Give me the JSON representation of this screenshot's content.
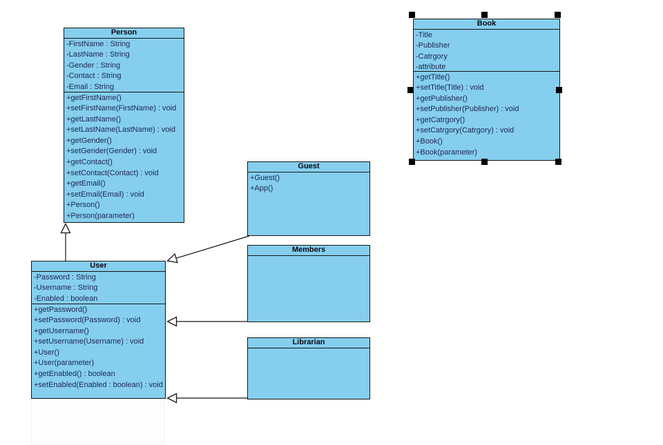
{
  "diagram": {
    "type": "uml-class-diagram",
    "colors": {
      "class_fill": "#85ceee",
      "border": "#151515",
      "title_text": "#090912",
      "body_text": "#1b2750",
      "background": "#ffffff",
      "selection_handle": "#000000"
    },
    "classes": [
      {
        "id": "person",
        "title": "Person",
        "selected": false,
        "attributes": [
          "-FirstName : String",
          "-LastName : String",
          "-Gender : String",
          "-Contact : String",
          "-Email : String"
        ],
        "methods": [
          "+getFirstName()",
          "+setFirstName(FirstName) : void",
          "+getLastName()",
          "+setLastName(LastName) : void",
          "+getGender()",
          "+setGender(Gender) : void",
          "+getContact()",
          "+setContact(Contact) : void",
          "+getEmail()",
          "+setEmail(Email) : void",
          "+Person()",
          "+Person(parameter)"
        ]
      },
      {
        "id": "book",
        "title": "Book",
        "selected": true,
        "attributes": [
          "-Title",
          "-Publisher",
          "-Catrgory",
          "-attribute"
        ],
        "methods": [
          "+getTitle()",
          "+setTitle(Title) : void",
          "+getPublisher()",
          "+setPublisher(Publisher) : void",
          "+getCatrgory()",
          "+setCatrgory(Catrgory) : void",
          "+Book()",
          "+Book(parameter)"
        ]
      },
      {
        "id": "guest",
        "title": "Guest",
        "selected": false,
        "attributes": [],
        "methods": [
          "+Guest()",
          "+App()"
        ]
      },
      {
        "id": "members",
        "title": "Members",
        "selected": false,
        "attributes": [],
        "methods": []
      },
      {
        "id": "librarian",
        "title": "Librarian",
        "selected": false,
        "attributes": [],
        "methods": []
      },
      {
        "id": "user",
        "title": "User",
        "selected": false,
        "attributes": [
          "-Password : String",
          "-Username : String",
          "-Enabled : boolean"
        ],
        "methods": [
          "+getPassword()",
          "+setPassword(Password) : void",
          "+getUsername()",
          "+setUsername(Username) : void",
          "+User()",
          "+User(parameter)",
          "+getEnabled() : boolean",
          "+setEnabled(Enabled : boolean) : void"
        ]
      }
    ],
    "relationships": [
      {
        "from": "user",
        "to": "person",
        "type": "generalization"
      },
      {
        "from": "guest",
        "to": "user",
        "type": "generalization"
      },
      {
        "from": "members",
        "to": "user",
        "type": "generalization"
      },
      {
        "from": "librarian",
        "to": "user",
        "type": "generalization"
      }
    ]
  }
}
